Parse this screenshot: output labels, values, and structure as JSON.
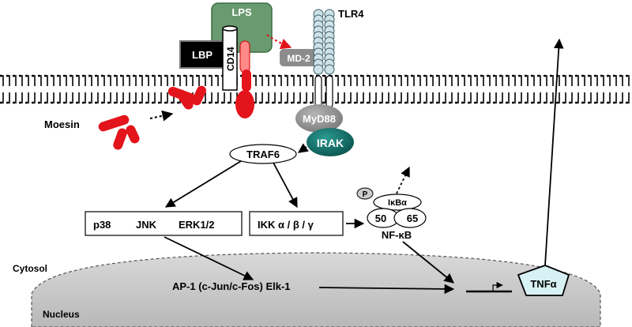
{
  "labels": {
    "lps": "LPS",
    "tlr4": "TLR4",
    "lbp": "LBP",
    "cd14": "CD14",
    "md2": "MD-2",
    "moesin": "Moesin",
    "myd88": "MyD88",
    "irak": "IRAK",
    "traf6": "TRAF6",
    "p": "P",
    "ikba": "IκBα",
    "p38": "p38",
    "jnk": "JNK",
    "erk": "ERK1/2",
    "ikk": "IKK α / β / γ",
    "nf50": "50",
    "nf65": "65",
    "nfkb": "NF-κB",
    "cytosol": "Cytosol",
    "ap1": "AP-1 (c-Jun/c-Fos) Elk-1",
    "tnfa": "TNFα",
    "nucleus": "Nucleus"
  },
  "colors": {
    "lps_fill": "#6a9a6f",
    "lbp_fill": "#000000",
    "md2_fill": "#8c8c8c",
    "myd88_fill": "#8f8f8f",
    "irak_fill": "#0f6b63",
    "moesin_red": "#e3141b",
    "tlr4_bead": "#cfe2e8",
    "tnfa_fill": "#d7f1f5",
    "nucleus_fill": "#c8c8c8"
  }
}
